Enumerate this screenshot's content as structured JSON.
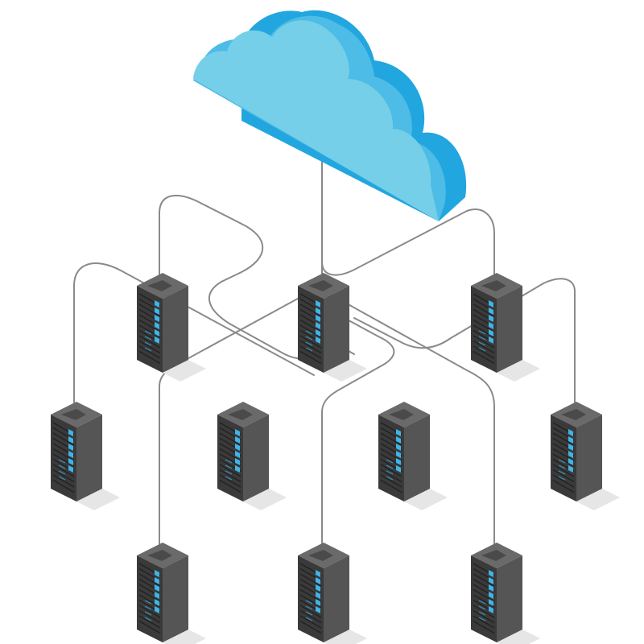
{
  "diagram": {
    "title": "",
    "cloud": {
      "name": "cloud",
      "colors": {
        "front": "#76cfe8",
        "mid": "#4dbce6",
        "back": "#22a6df"
      }
    },
    "servers": [
      {
        "id": "server-tier1-left"
      },
      {
        "id": "server-tier1-center"
      },
      {
        "id": "server-tier1-right"
      },
      {
        "id": "server-tier2-1"
      },
      {
        "id": "server-tier2-2"
      },
      {
        "id": "server-tier2-3"
      },
      {
        "id": "server-tier2-4"
      },
      {
        "id": "server-tier3-left"
      },
      {
        "id": "server-tier3-center"
      },
      {
        "id": "server-tier3-right"
      }
    ],
    "colors": {
      "cable": "#8a8a8a",
      "rack_front": "#3a3a3a",
      "rack_side": "#555555",
      "rack_top": "#6a6a6a",
      "rack_led": "#3fb4e6",
      "shadow": "#e6e6e6"
    }
  }
}
